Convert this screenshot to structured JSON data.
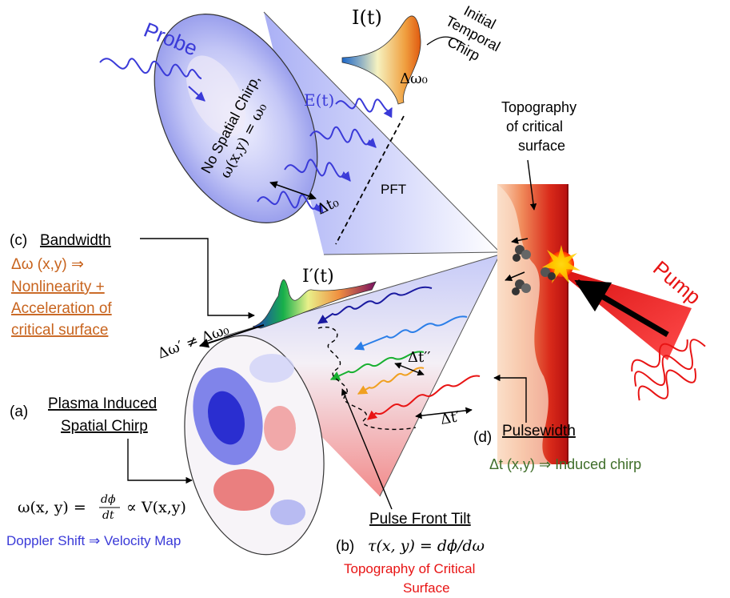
{
  "labels": {
    "probe": "Probe",
    "pump": "Pump",
    "it": "I(t)",
    "initial_chirp": [
      "Initial",
      "Temporal",
      "Chirp"
    ],
    "delta_omega0": "Δω₀",
    "et": "E(t)",
    "no_spatial_chirp": "No Spatial Chirp,",
    "omega_eq": "ω(x,y) = ω₀",
    "delta_t0": "Δt₀",
    "pft": "PFT",
    "topography": [
      "Topography",
      "of critical",
      "surface"
    ],
    "c_letter": "(c)",
    "c_title": "Bandwidth",
    "c_eq": "Δω (x,y) ⇒",
    "c_lines": [
      "Nonlinearity +",
      "Acceleration of",
      "critical surface"
    ],
    "iprime": "I′(t)",
    "delta_omega_neq": "Δω′ ≠ Δω₀",
    "delta_t_pp": "Δt′′",
    "delta_t_p": "Δt′",
    "a_letter": "(a)",
    "a_title": [
      "Plasma Induced",
      "Spatial Chirp"
    ],
    "a_eq_left": "ω(x, y) =",
    "a_eq_num": "dϕ",
    "a_eq_den": "dt",
    "a_eq_right": "∝ V(x,y)",
    "doppler": "Doppler Shift ⇒ Velocity Map",
    "d_letter": "(d)",
    "d_title": "Pulsewidth",
    "d_eq": "Δt (x,y) ⇒ Induced chirp",
    "b_title": "Pulse Front Tilt",
    "b_letter": "(b)",
    "b_eq": "τ(x, y) = dϕ/dω",
    "b_lines": [
      "Topography of Critical",
      "Surface"
    ]
  },
  "colors": {
    "blue": "#3a3ad8",
    "red": "#e81414",
    "orange": "#c8641e",
    "green": "#3f6e2a",
    "black": "#000000"
  }
}
